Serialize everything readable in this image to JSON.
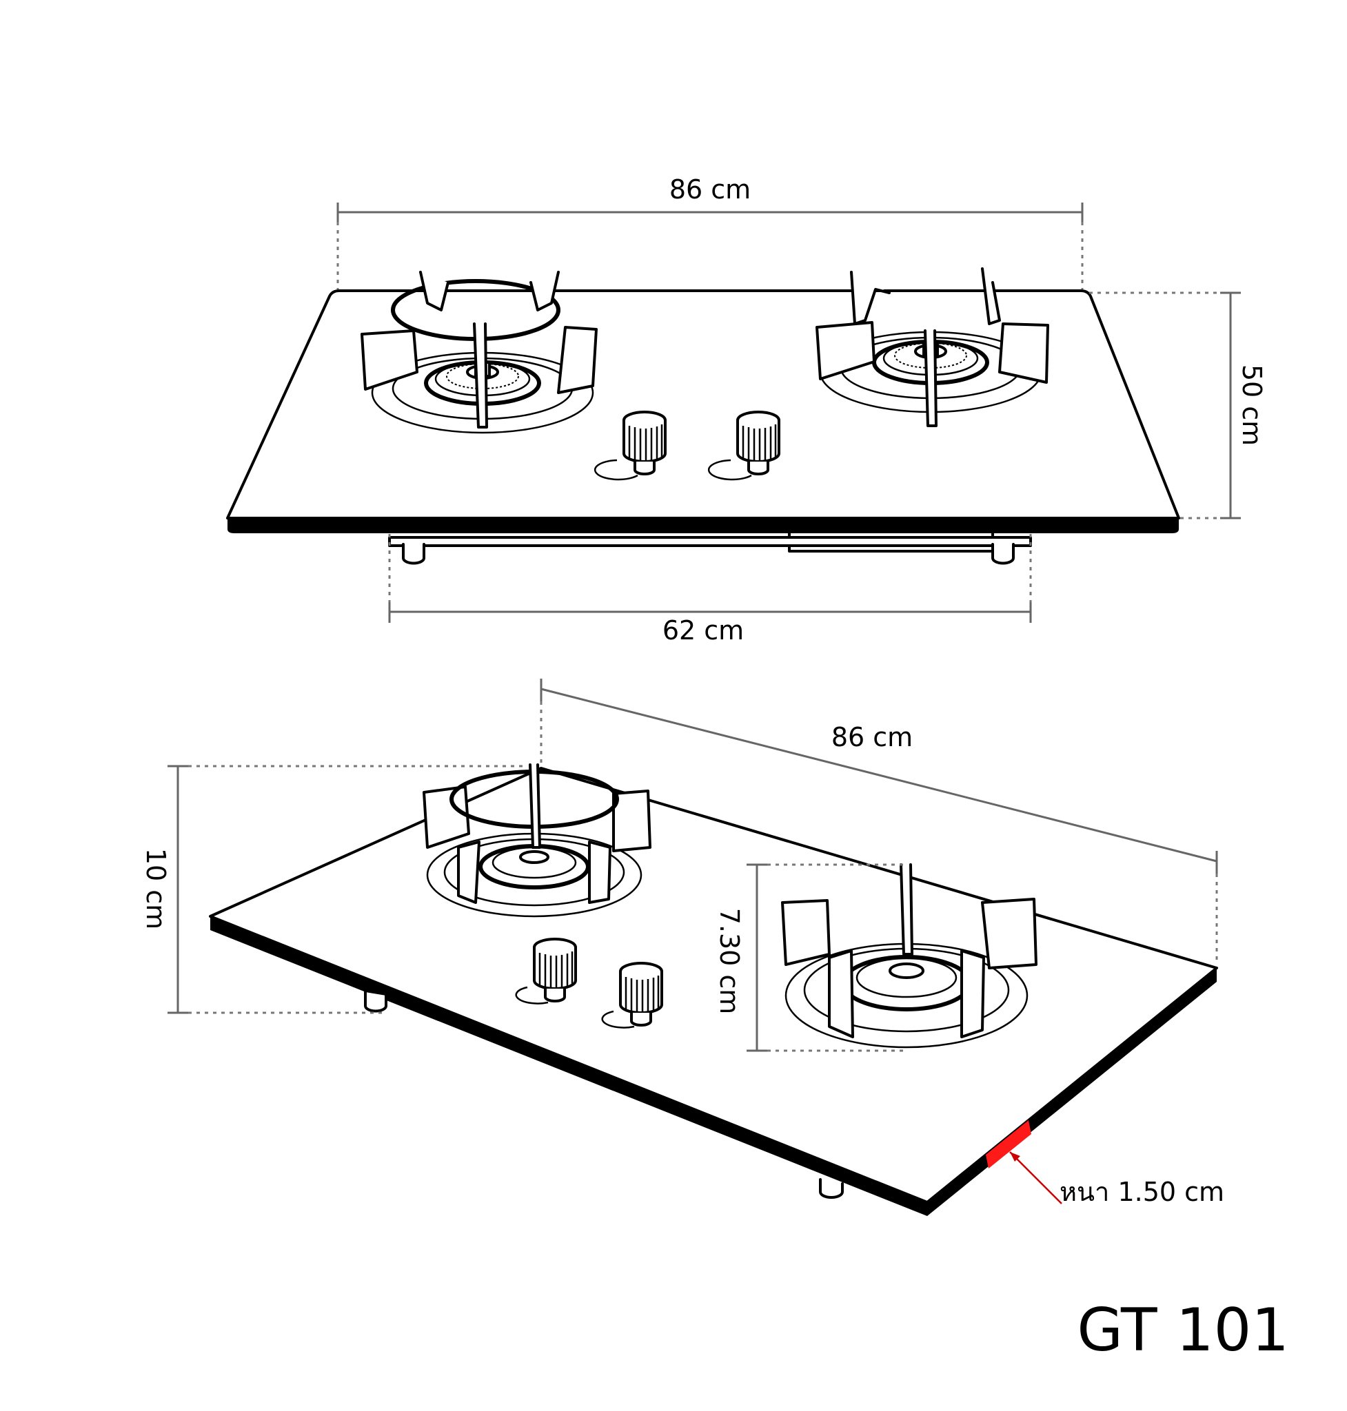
{
  "top_view": {
    "width_label": "86 cm",
    "depth_label": "50 cm",
    "cutout_label": "62 cm"
  },
  "perspective_view": {
    "width_label": "86 cm",
    "height_label": "10 cm",
    "burner_height_label": "7.30 cm",
    "thickness_label": "หนา 1.50 cm"
  },
  "model": "GT 101",
  "colors": {
    "outline": "#000000",
    "dimension_line": "#666666",
    "thickness_highlight": "#ff1a1a"
  }
}
